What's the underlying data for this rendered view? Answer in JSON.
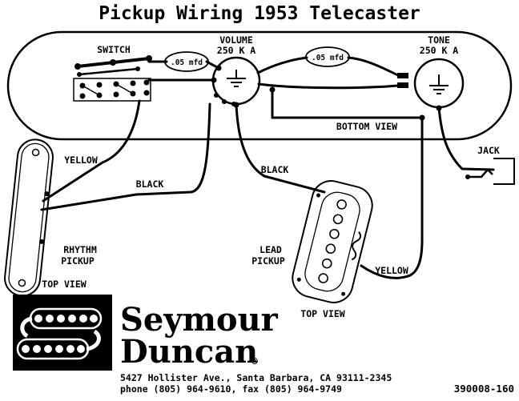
{
  "title": "Pickup Wiring 1953 Telecaster",
  "plate": {
    "switch_label": "SWITCH",
    "volume_label": "VOLUME",
    "volume_value": "250 K A",
    "cap_left": ".05 mfd",
    "cap_right": ".05 mfd",
    "tone_label": "TONE",
    "tone_value": "250 K A",
    "view_label": "BOTTOM VIEW"
  },
  "jack": {
    "label": "JACK"
  },
  "rhythm_pickup": {
    "name_line1": "RHYTHM",
    "name_line2": "PICKUP",
    "view_label": "TOP VIEW"
  },
  "lead_pickup": {
    "name_line1": "LEAD",
    "name_line2": "PICKUP",
    "view_label": "TOP VIEW"
  },
  "wire_labels": {
    "neck_yellow": "YELLOW",
    "neck_black": "BLACK",
    "lead_black": "BLACK",
    "lead_yellow": "YELLOW"
  },
  "footer": {
    "brand_line1": "Seymour",
    "brand_line2": "Duncan",
    "registered_mark": "®",
    "address": "5427 Hollister Ave., Santa Barbara, CA 93111-2345",
    "phone_fax": "phone (805) 964-9610, fax (805) 964-9749",
    "part_number": "390008-160"
  },
  "colors": {
    "ink": "#000000",
    "paper": "#ffffff"
  }
}
